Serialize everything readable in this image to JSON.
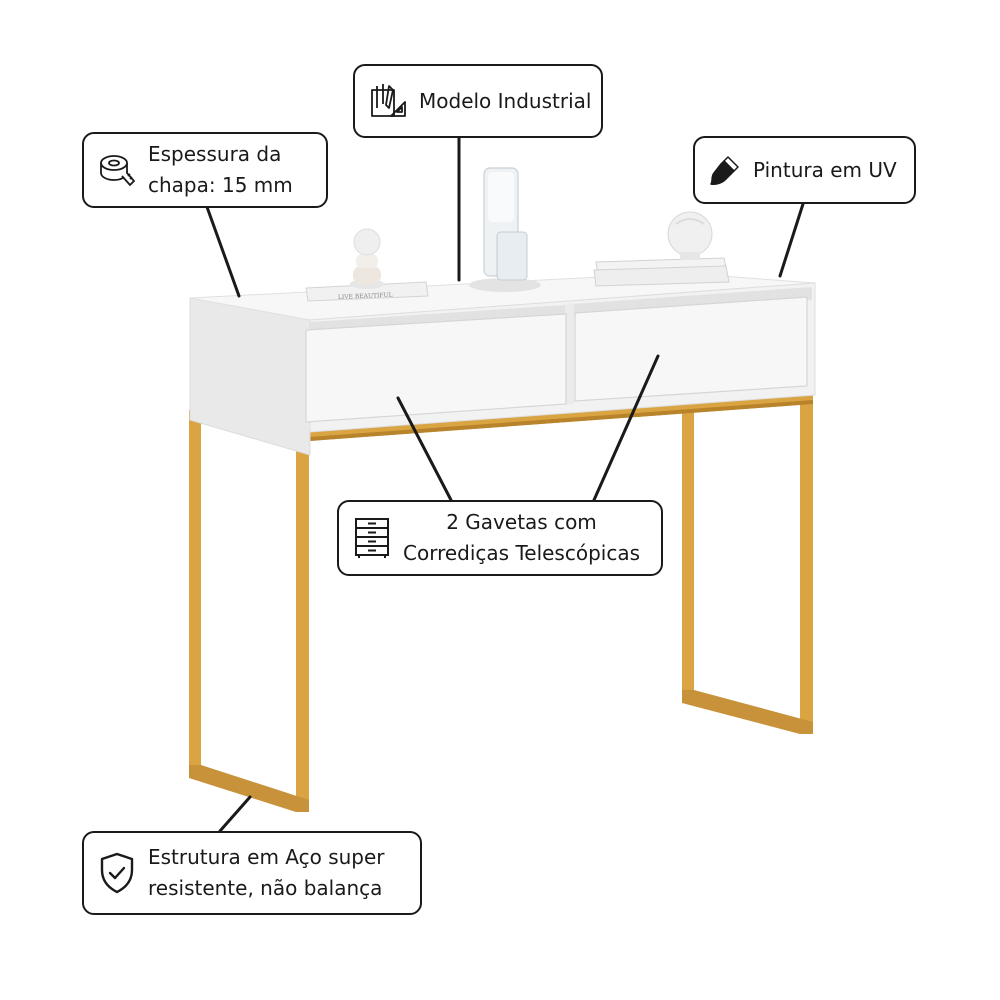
{
  "callouts": {
    "modelo": {
      "lines": [
        "Modelo Industrial"
      ],
      "icon": "drafting-tools-icon"
    },
    "espessura": {
      "lines": [
        "Espessura da",
        "chapa: 15 mm"
      ],
      "icon": "measuring-tape-icon"
    },
    "pintura": {
      "lines": [
        "Pintura em UV"
      ],
      "icon": "paint-brush-icon"
    },
    "gavetas": {
      "lines": [
        "2 Gavetas com",
        "Corrediças Telescópicas"
      ],
      "icon": "drawer-cabinet-icon"
    },
    "estrutura": {
      "lines": [
        "Estrutura em Aço super",
        "resistente, não balança"
      ],
      "icon": "shield-check-icon"
    }
  },
  "book_spine_text": "LIVE BEAUTIFUL",
  "colors": {
    "frame_gold": "#d9a441",
    "frame_gold_shadow": "#b8832a",
    "cabinet_white": "#f4f4f4",
    "outline": "#1a1a1a"
  }
}
